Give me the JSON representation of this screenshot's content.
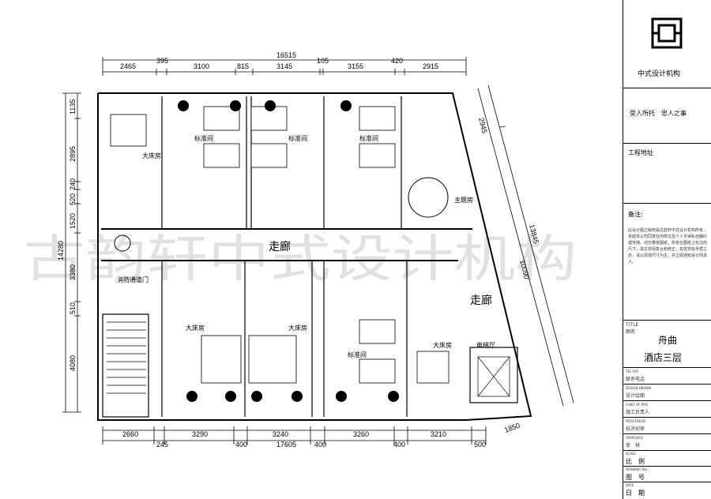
{
  "dimensions": {
    "top_total": "16515",
    "top_segments": [
      "2465",
      "395",
      "3100",
      "815",
      "3145",
      "105",
      "3155",
      "420",
      "2915"
    ],
    "left_total": "14280",
    "left_segments": [
      "1135",
      "2895",
      "240",
      "520",
      "1520",
      "3380",
      "510",
      "4080"
    ],
    "bottom_total": "17605",
    "bottom_row1": [
      "2660",
      "3290",
      "3240",
      "3260",
      "3210"
    ],
    "bottom_row2": [
      "245",
      "400",
      "400",
      "400",
      "500"
    ],
    "bottom_extra": "1850",
    "right_diag_top": "2945",
    "right_diag_long": "13845",
    "right_diag_mid": "10090"
  },
  "rooms": {
    "standard1": "标准间",
    "standard2": "标准间",
    "standard3": "标准间",
    "big_bed_top": "大床房",
    "theme": "主题房",
    "corridor_main": "走廊",
    "corridor_right": "走廊",
    "fire_door": "消防通道门",
    "big_bed_b1": "大床房",
    "big_bed_b2": "大床房",
    "standard_b": "标准间",
    "big_bed_b3": "大床房",
    "elevator_hall": "电梯厅"
  },
  "watermark": "古韵轩中式设计机构",
  "title_block": {
    "org_name": "中式设计机构",
    "motto": "受人所托　忠人之事",
    "site_address": "工程地址",
    "notes_label": "备注:",
    "notes_text": "此设计图之版权属古韵轩中式设计机构所有，未经本公司同意任何单位及个人不得私自翻印或传播。切勿量度图纸，所有在图纸上标注的尺寸，需在现场复合和修正，如发现有矛盾之处，请以现场尺寸为主，并立即通知设计师本人。",
    "title_en": "TITLE",
    "title_cn": "图名",
    "project_name": "舟曲",
    "drawing_name": "酒店三层",
    "tel_en": "TEL FAX",
    "tel_cn": "联系电话",
    "design_en": "DESIGN DRAWN",
    "design_cn": "设计绘图",
    "charge_en": "CHIEF OF PRO",
    "charge_cn": "施工负责人",
    "proof_en": "PROOFREAD",
    "proof_cn": "校对初审",
    "approved_en": "APPROVED",
    "approved_cn": "审　核",
    "scale_en": "SCALE",
    "scale_cn": "比　例",
    "drawing_no_en": "DRAWING NO.",
    "drawing_no_cn": "图　号",
    "date_en": "DATE",
    "date_cn": "日　期"
  }
}
